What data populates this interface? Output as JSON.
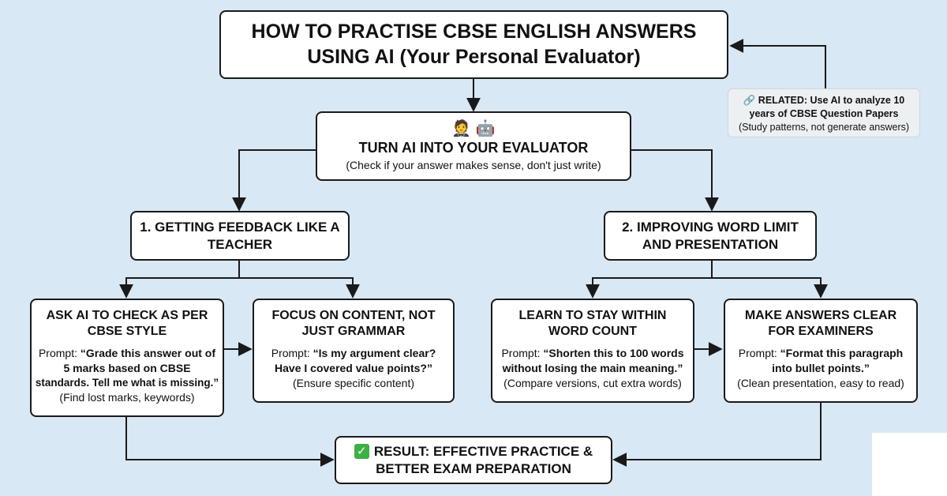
{
  "title": {
    "line1": "HOW TO PRACTISE CBSE ENGLISH ANSWERS",
    "line2": "USING AI (Your Personal Evaluator)"
  },
  "related": {
    "link_icon": "link-icon",
    "line1": "RELATED: Use AI to analyze 10",
    "line2": "years of CBSE Question Papers",
    "line3": "(Study patterns, not generate answers)"
  },
  "evaluator": {
    "icons": [
      "person-icon",
      "robot-icon"
    ],
    "heading": "TURN AI INTO YOUR EVALUATOR",
    "subtitle": "(Check if your answer makes sense, don't just write)"
  },
  "branch1": {
    "line1": "1. GETTING FEEDBACK LIKE A",
    "line2": "TEACHER"
  },
  "branch2": {
    "line1": "2. IMPROVING WORD LIMIT",
    "line2": "AND PRESENTATION"
  },
  "card1": {
    "h1": "ASK AI TO CHECK AS PER",
    "h2": "CBSE STYLE",
    "prompt_label": "Prompt:",
    "p1": "“Grade this answer out of",
    "p2": "5 marks based on CBSE",
    "p3": "standards. Tell me what is missing.”",
    "note": "(Find lost marks, keywords)"
  },
  "card2": {
    "h1": "FOCUS ON CONTENT, NOT",
    "h2": "JUST GRAMMAR",
    "prompt_label": "Prompt:",
    "p1": "“Is my argument clear?",
    "p2": "Have I covered value points?”",
    "note": "(Ensure specific content)"
  },
  "card3": {
    "h1": "LEARN TO STAY WITHIN",
    "h2": "WORD COUNT",
    "prompt_label": "Prompt:",
    "p1": "“Shorten this to 100 words",
    "p2": "without losing the main meaning.”",
    "note": "(Compare versions, cut extra words)"
  },
  "card4": {
    "h1": "MAKE ANSWERS CLEAR",
    "h2": "FOR EXAMINERS",
    "prompt_label": "Prompt:",
    "p1": "“Format this paragraph",
    "p2": "into bullet points.”",
    "note": "(Clean presentation, easy to read)"
  },
  "result": {
    "icon": "check-mark-icon",
    "line1": "RESULT: EFFECTIVE PRACTICE &",
    "line2": "BETTER EXAM PREPARATION"
  },
  "colors": {
    "background": "#d8e8f4",
    "box_border": "#1a1a1a",
    "check_green": "#3cb043"
  }
}
